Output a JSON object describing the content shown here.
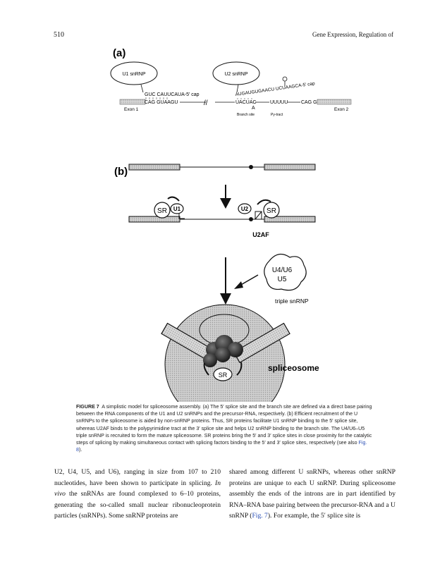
{
  "header": {
    "page_number": "510",
    "running_title": "Gene Expression, Regulation of"
  },
  "figure": {
    "panel_a": {
      "label": "(a)",
      "u1_snrnp": "U1 snRNP",
      "u2_snrnp": "U2 snRNP",
      "u1_seq_top": "GUC CAUUCAUA-5' cap",
      "u1_seq_bottom": "CAG GUAAGU",
      "u2_seq_top": "AUGAUGUGAACU UCUAAGCA-5' cap",
      "u2_seq_bottom": "UACUAC",
      "branch_a": "A",
      "pyrimidine": "UUUUU",
      "cag_3prime": "CAG G",
      "exon1": "Exon 1",
      "exon2": "Exon 2",
      "branch_site": "Branch site",
      "py_tract": "Py-tract"
    },
    "panel_b": {
      "label": "(b)",
      "sr_left": "SR",
      "u1": "U1",
      "u2": "U2",
      "sr_right": "SR",
      "u2af": "U2AF",
      "u4u6": "U4/U6",
      "u5": "U5",
      "triple": "triple snRNP",
      "sr_center": "SR",
      "spliceosome": "spliceosome"
    }
  },
  "caption": {
    "label": "FIGURE 7",
    "text": "A simplistic model for spliceosome assembly. (a) The 5′ splice site and the branch site are defined via a direct base pairing between the RNA components of the U1 and U2 snRNPs and the precursor-RNA, respectively. (b) Efficient recruitment of the U snRNPs to the spliceosome is aided by non-snRNP proteins. Thus, SR proteins facilitate U1 snRNP binding to the 5′ splice site, whereas U2AF binds to the polypyrimidine tract at the 3′ splice site and helps U2 snRNP binding to the branch site. The U4/U6–U5 triple snRNP is recruited to form the mature spliceosome. SR proteins bring the 5′ and 3′ splice sites in close proximity for the catalytic steps of splicing by making simultaneous contact with splicing factors binding to the 5′ and 3′ splice sites, respectively (see also",
    "link": "Fig. 8",
    "end": ")."
  },
  "body": {
    "left_p1": "U2, U4, U5, and U6), ranging in size from 107 to 210 nucleotides, have been shown to participate in splicing.",
    "left_italic": "In vivo",
    "left_p2": "the snRNAs are found complexed to 6–10 proteins, generating the so-called small nuclear ribonucleoprotein particles (snRNPs). Some snRNP proteins are",
    "right_p1": "shared among different U snRNPs, whereas other snRNP proteins are unique to each U snRNP. During spliceosome assembly the ends of the introns are in part identified by RNA–RNA base pairing between the precursor-RNA and a U snRNP (",
    "right_link": "Fig. 7",
    "right_p2": "). For example, the 5′ splice site is"
  }
}
